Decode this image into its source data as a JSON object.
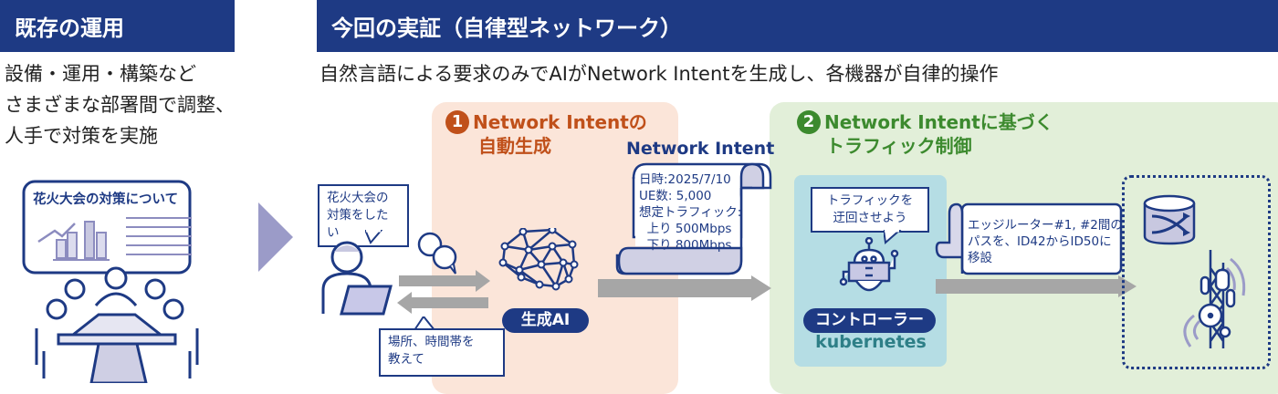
{
  "left": {
    "header": "既存の運用",
    "description": [
      "設備・運用・構築など",
      "さまざまな部署間で調整、",
      "人手で対策を実施"
    ],
    "meeting_screen_title": "花火大会の対策について"
  },
  "right": {
    "header": "今回の実証（自律型ネットワーク）",
    "subtitle": "自然言語による要求のみでAIがNetwork  Intentを生成し、各機器が自律的操作",
    "step1": {
      "number": "1",
      "title_line1": "Network Intentの",
      "title_line2": "自動生成",
      "user_request": [
        "花火大会の",
        "対策をしたい"
      ],
      "ai_question": [
        "場所、時間帯を",
        "教えて"
      ],
      "ai_label": "生成AI"
    },
    "intent": {
      "label": "Network Intent",
      "lines": [
        "日時:2025/7/10",
        "UE数: 5,000",
        "想定トラフィック:",
        "  上り 500Mbps",
        "  下り 800Mbps"
      ]
    },
    "step2": {
      "number": "2",
      "title_line1": "Network Intentに基づく",
      "title_line2": "トラフィック制御",
      "controller_thought": [
        "トラフィックを",
        "迂回させよう"
      ],
      "controller_label": "コントローラー",
      "platform_label": "kubernetes",
      "instruction": [
        "エッジルーター#1, #2間の",
        "パスを、ID42からID50に",
        "移設"
      ]
    }
  },
  "colors": {
    "header_blue": "#1e3a84",
    "step1_orange": "#c0501a",
    "step1_bg": "#fbe5d9",
    "step2_green": "#3c8a2e",
    "step2_bg": "#e2efd9",
    "controller_bg": "#b5dde4",
    "kubernetes_teal": "#2e7f87",
    "arrow_gray": "#a6a6a6",
    "accent_lavender": "#9b9bc8"
  }
}
